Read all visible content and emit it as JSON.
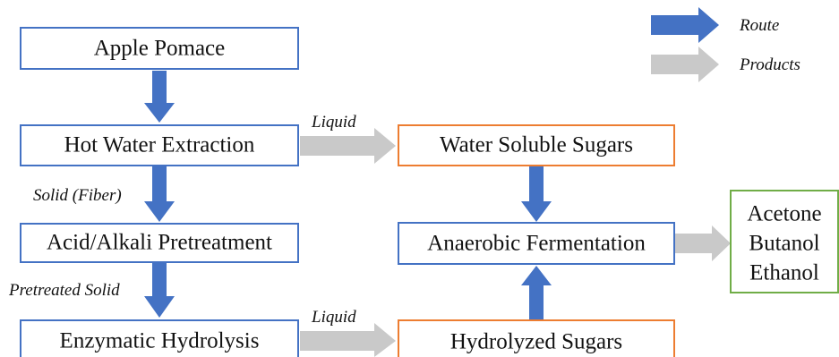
{
  "colors": {
    "route_arrow": "#4472C4",
    "product_arrow": "#C9C9C9",
    "process_border": "#4472C4",
    "sugar_border": "#ED7D31",
    "output_border": "#70AD47"
  },
  "legend": {
    "route_label": "Route",
    "products_label": "Products"
  },
  "boxes": {
    "apple_pomace": "Apple Pomace",
    "hot_water_extraction": "Hot Water Extraction",
    "acid_alkali_pretreatment": "Acid/Alkali Pretreatment",
    "enzymatic_hydrolysis": "Enzymatic Hydrolysis",
    "water_soluble_sugars": "Water Soluble Sugars",
    "anaerobic_fermentation": "Anaerobic Fermentation",
    "hydrolyzed_sugars": "Hydrolyzed Sugars",
    "products": [
      "Acetone",
      "Butanol",
      "Ethanol"
    ]
  },
  "labels": {
    "liquid_top": "Liquid",
    "solid_fiber": "Solid (Fiber)",
    "pretreated_solid": "Pretreated Solid",
    "liquid_bottom": "Liquid"
  }
}
